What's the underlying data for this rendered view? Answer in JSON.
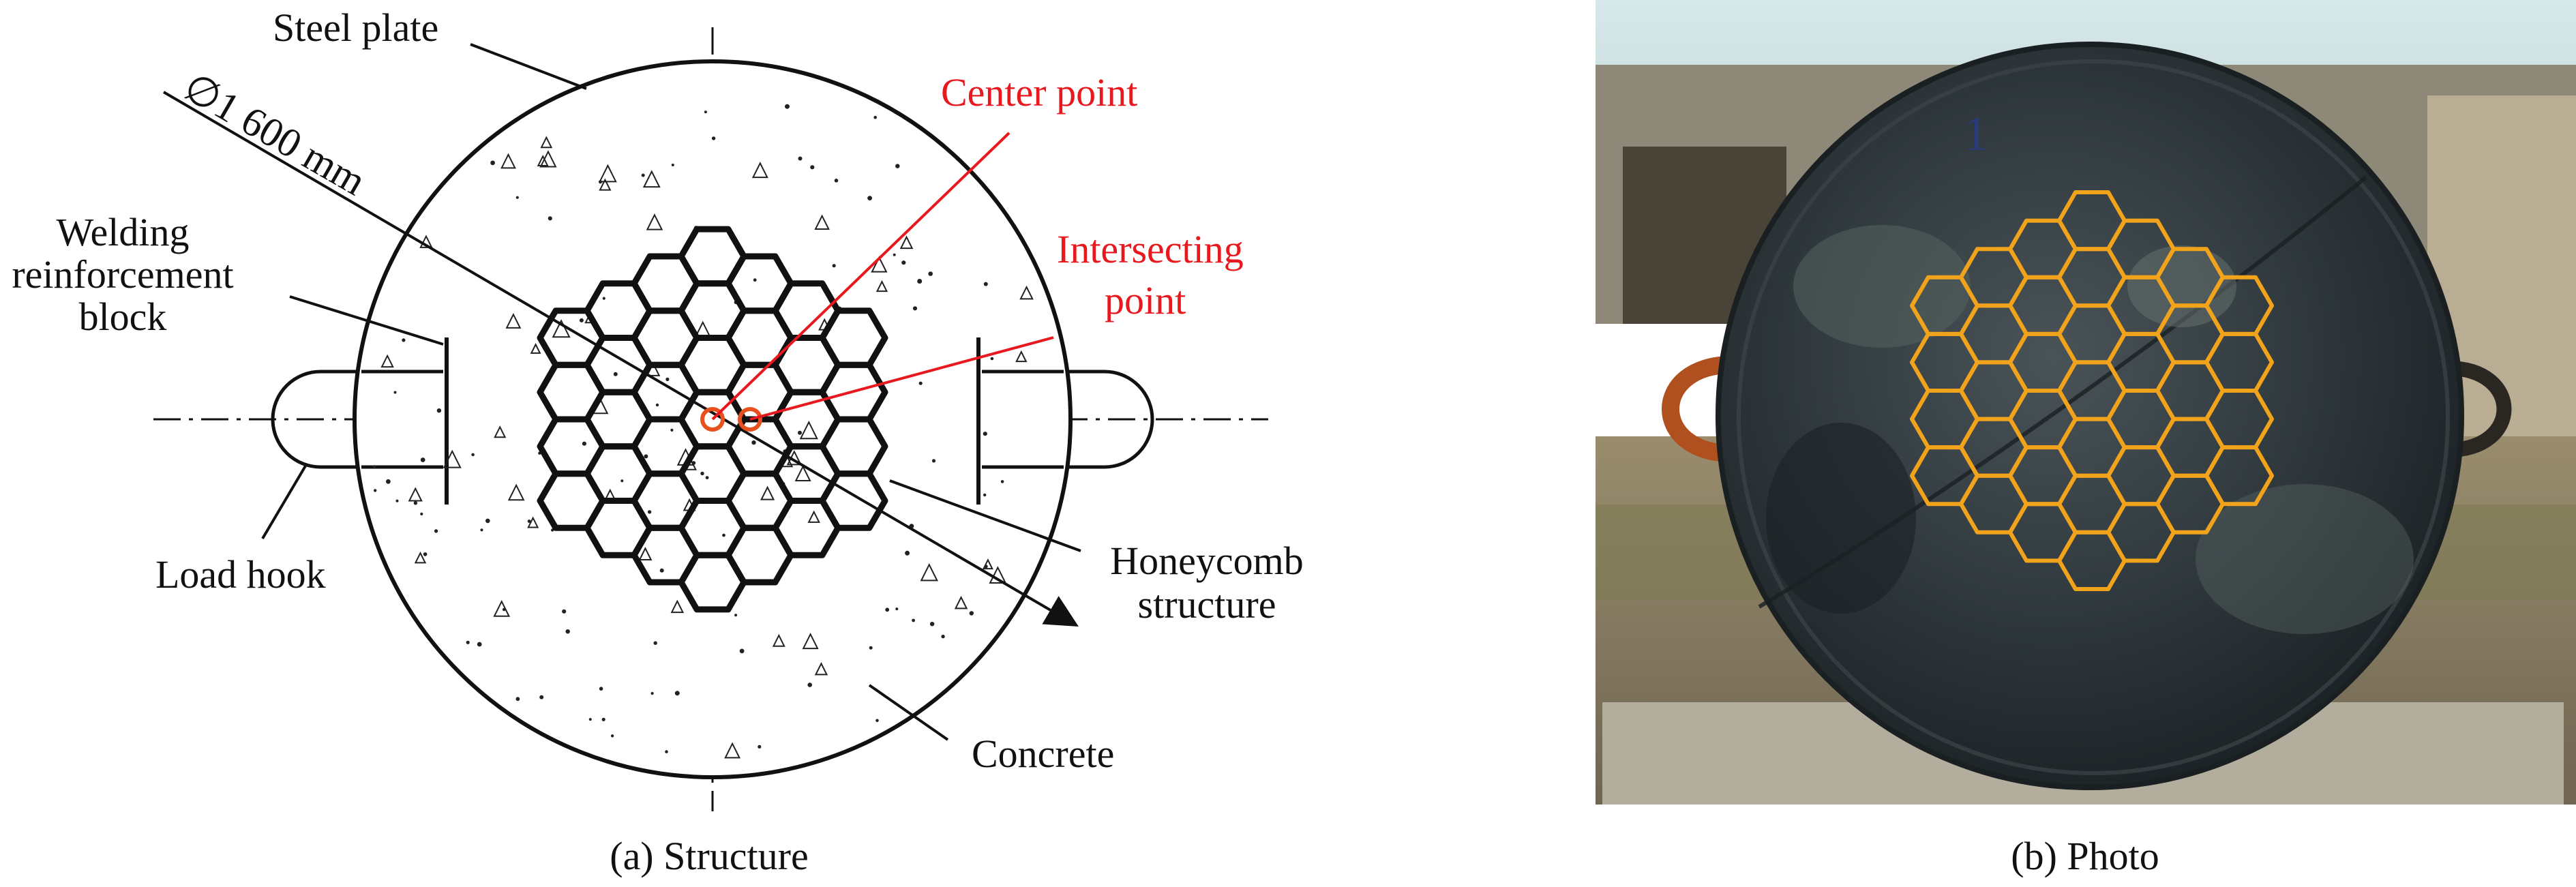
{
  "panels": {
    "structure": {
      "caption": "(a) Structure",
      "diameter_label": "∅1 600 mm",
      "labels": {
        "steel_plate": "Steel plate",
        "center_point": "Center point",
        "intersecting_point_line1": "Intersecting",
        "intersecting_point_line2": "point",
        "welding_line1": "Welding",
        "welding_line2": "reinforcement",
        "welding_line3": "block",
        "load_hook": "Load hook",
        "honeycomb_line1": "Honeycomb",
        "honeycomb_line2": "structure",
        "concrete": "Concrete"
      }
    },
    "photo": {
      "caption": "(b) Photo",
      "mark": "1"
    }
  },
  "colors": {
    "line": "#111111",
    "annotation_red": "#e8191e",
    "marker_orange": "#e8501e",
    "honeycomb_overlay": "#f2a31c",
    "sky": "#cfe2e4",
    "plate_dark": "#2a3236",
    "ground": "#8a7f66"
  }
}
